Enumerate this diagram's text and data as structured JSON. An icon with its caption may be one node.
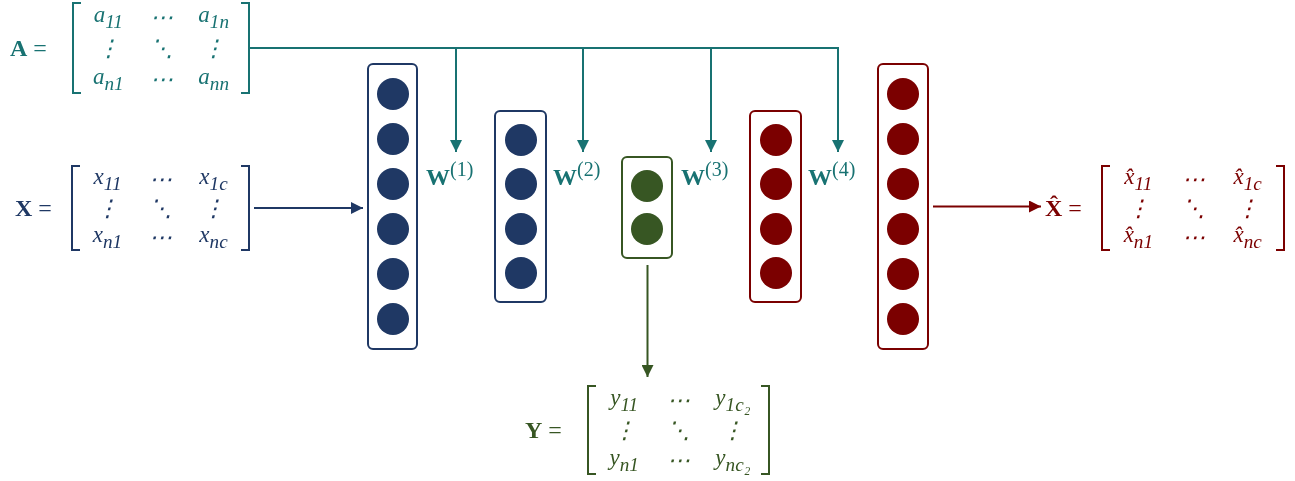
{
  "diagram": {
    "nodes": [
      {
        "text": [
          "**A** =",
          "a$_{11}$",
          "⋯",
          "a$_{1n}$",
          "⋮",
          "⋱",
          "⋮",
          "a$_{n1}$",
          "⋯",
          "a$_{nn}$"
        ]
      },
      {
        "text": [
          "**X** =",
          "x$_{11}$",
          "⋯",
          "x$_{1c}$",
          "⋮",
          "⋱",
          "⋮",
          "x$_{n1}$",
          "⋯",
          "x$_{nc}$"
        ]
      },
      {
        "text": [],
        "shape": "box"
      },
      {
        "text": [
          "**W**$^{(1)}$"
        ]
      },
      {
        "text": [],
        "shape": "box"
      },
      {
        "text": [
          "**W**$^{(2)}$"
        ]
      },
      {
        "text": [],
        "shape": "box"
      },
      {
        "text": [
          "**W**$^{(3)}$"
        ]
      },
      {
        "text": [],
        "shape": "box"
      },
      {
        "text": [
          "**W**$^{(4)}$"
        ]
      },
      {
        "text": [],
        "shape": "box"
      },
      {
        "text": [
          "**X̂** =",
          "x̂$_{11}$",
          "⋯",
          "x̂$_{1c}$",
          "⋮",
          "⋱",
          "⋮",
          "x̂$_{n1}$",
          "⋯",
          "x̂$_{nc}$"
        ]
      },
      {
        "text": [
          "**Y** =",
          "y$_{11}$",
          "⋯",
          "y$_{1c₂}$",
          "⋮",
          "⋱",
          "⋮",
          "y$_{n1}$",
          "⋯",
          "y$_{nc₂}$"
        ]
      }
    ],
    "edges": [
      {
        "from": 0,
        "to": 3,
        "arrow": "to"
      },
      {
        "from": 0,
        "to": 5,
        "arrow": "to"
      },
      {
        "from": 0,
        "to": 7,
        "arrow": "to"
      },
      {
        "from": 0,
        "to": 9,
        "arrow": "to"
      },
      {
        "from": 1,
        "to": 2,
        "arrow": "to",
        "color": "#1f3864"
      },
      {
        "from": 10,
        "to": 11,
        "arrow": "to",
        "color": "#7b0000"
      },
      {
        "from": 6,
        "to": 12,
        "arrow": "to",
        "color": "#375623"
      }
    ]
  }
}
